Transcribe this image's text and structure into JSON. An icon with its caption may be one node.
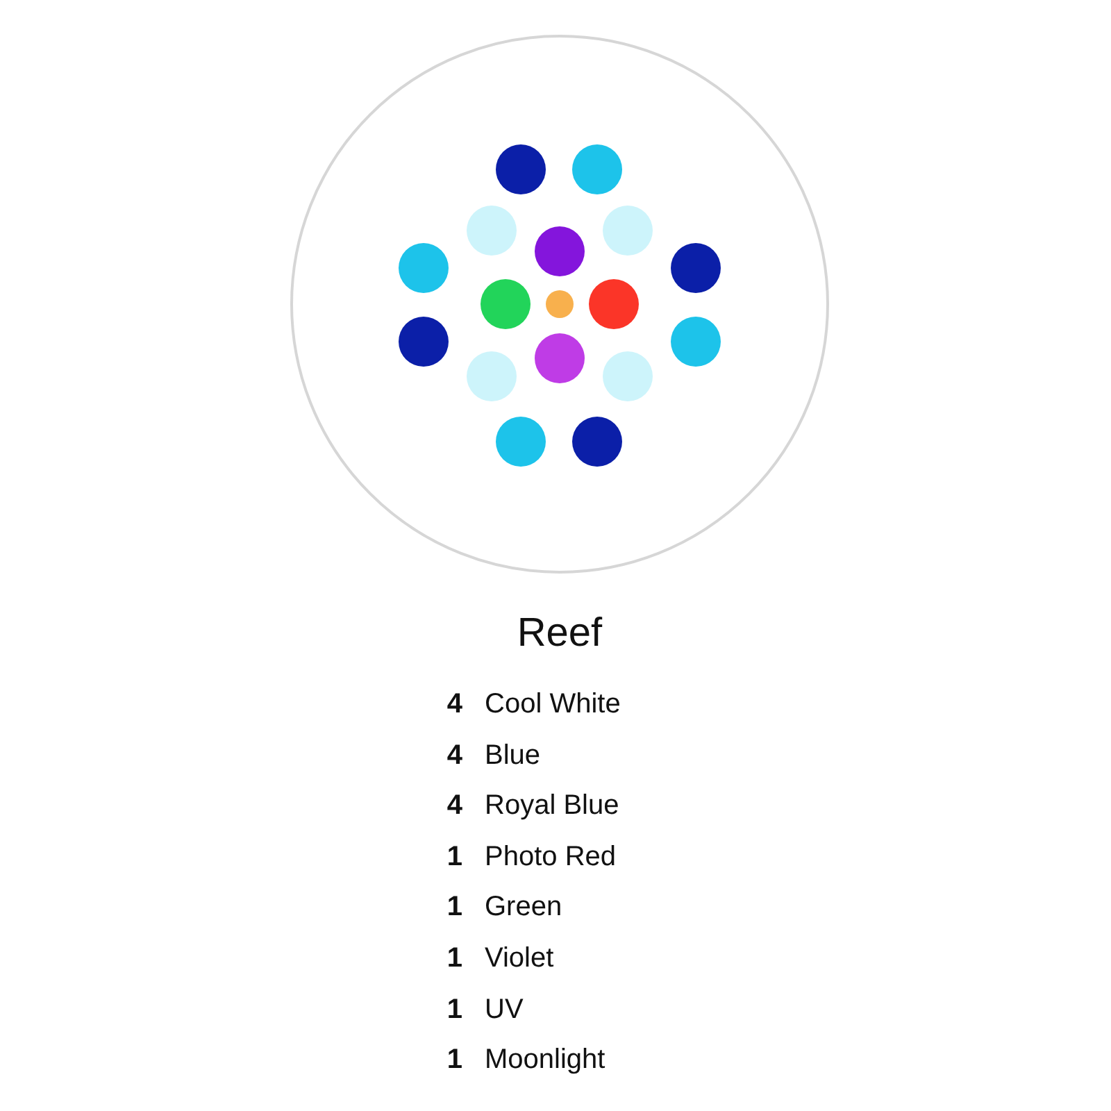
{
  "diagram": {
    "title": "Reef",
    "labels": [
      "4",
      "Cool White",
      "4",
      "Blue",
      "4",
      "Royal Blue",
      "1",
      "Photo Red",
      "1",
      "Green",
      "1",
      "Violet",
      "1",
      "UV",
      "1",
      "Moonlight"
    ]
  }
}
